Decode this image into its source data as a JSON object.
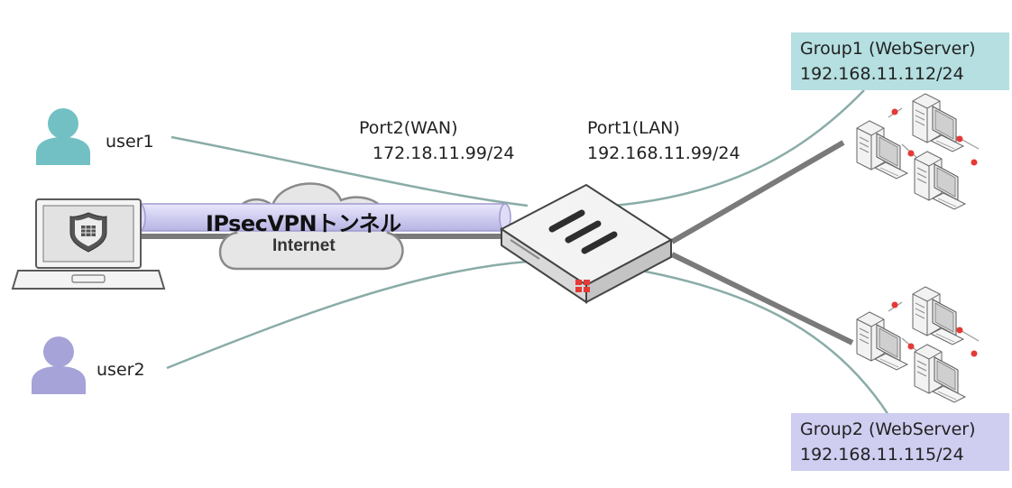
{
  "users": [
    {
      "name": "user1",
      "color": "#72c0c3"
    },
    {
      "name": "user2",
      "color": "#a6a3d8"
    }
  ],
  "tunnel": {
    "label": "IPsecVPNトンネル",
    "color": "#cfcdf0"
  },
  "cloud": {
    "label": "Internet"
  },
  "wan": {
    "port": "Port2(WAN)",
    "ip": "172.18.11.99/24"
  },
  "lan": {
    "port": "Port1(LAN)",
    "ip": "192.168.11.99/24"
  },
  "group1": {
    "name": "Group1 (WebServer)",
    "ip": "192.168.11.112/24",
    "color": "#b5dfe0"
  },
  "group2": {
    "name": "Group2 (WebServer)",
    "ip": "192.168.11.115/24",
    "color": "#cfcdf0"
  },
  "colors": {
    "flow_line": "#8aaca8",
    "wire": "#7a7a7a",
    "accent": "#e53935"
  }
}
